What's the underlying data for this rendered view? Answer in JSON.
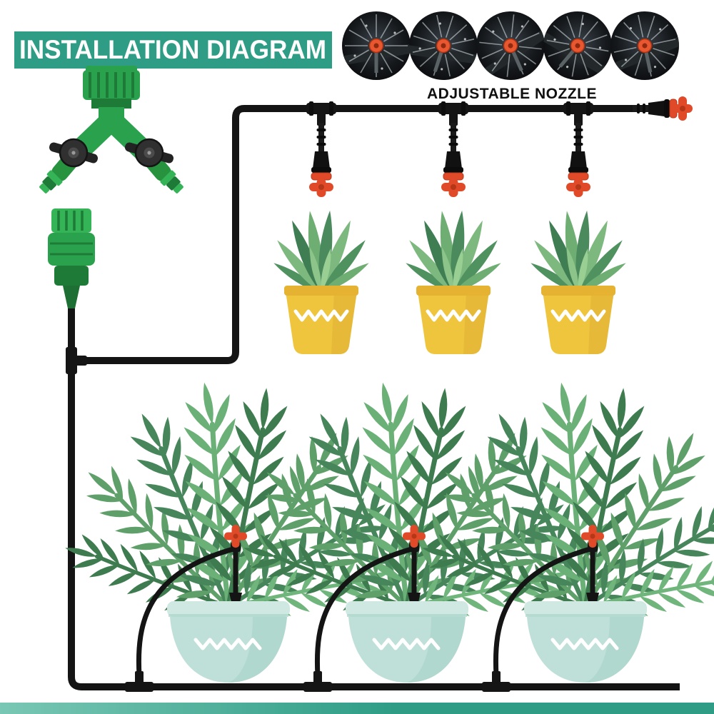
{
  "banner": {
    "title": "INSTALLATION DIAGRAM"
  },
  "photos": {
    "caption": "ADJUSTABLE NOZZLE",
    "count": 5
  },
  "scene": {
    "misting_nozzles": 3,
    "top_planters": 3,
    "drip_stakes": 3,
    "bottom_planters": 3,
    "splitter_outlets": 2
  },
  "colors": {
    "banner_teal": "#2f9d86",
    "footer_teal": "#2f9d86",
    "footer_teal_light": "#79c7b4",
    "tube_black": "#141414",
    "nozzle_red": "#e04a28",
    "nozzle_red_dark": "#b43718",
    "fitting_green": "#2aa14c",
    "fitting_green_dark": "#1d7a37",
    "fitting_green_light": "#35b457",
    "pot_yellow": "#efc53e",
    "pot_yellow_dark": "#e5b331",
    "pot_mint": "#bfe0d8",
    "pot_mint_rim": "#cfe9e2",
    "photo_orange": "#e8572f"
  }
}
